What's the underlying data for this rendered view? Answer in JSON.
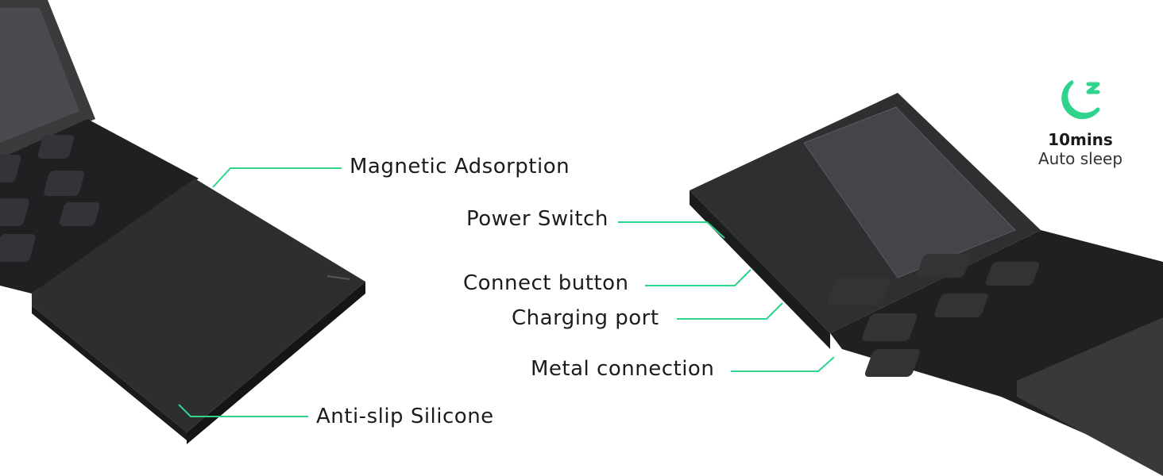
{
  "callouts": {
    "magnetic": "Magnetic Adsorption",
    "power": "Power Switch",
    "connect": "Connect button",
    "charging": "Charging port",
    "metal": "Metal connection",
    "antislip": "Anti-slip Silicone"
  },
  "auto_sleep": {
    "icon": "moon-zzz-icon",
    "duration": "10mins",
    "label": "Auto sleep"
  },
  "colors": {
    "accent": "#2dd48a",
    "device": "#2b2c2e"
  }
}
